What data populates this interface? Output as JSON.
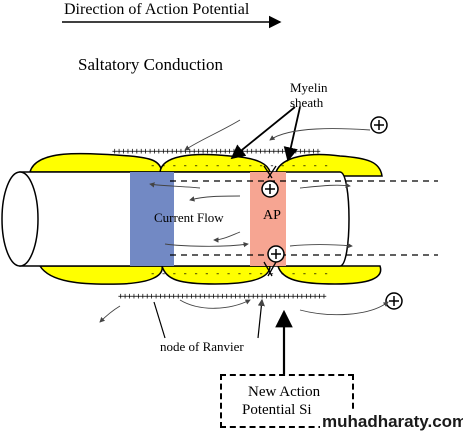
{
  "labels": {
    "direction": "Direction of Action Potential",
    "title": "Saltatory Conduction",
    "myelin_line1": "Myelin",
    "myelin_line2": "sheath",
    "current_flow": "Current Flow",
    "ap": "AP",
    "node": "node of Ranvier",
    "new_line1": "New Action",
    "new_line2": "Potential Si",
    "watermark": "muhadharaty.com"
  },
  "colors": {
    "myelin": "#ffff00",
    "current_band": "#7289c4",
    "ap_band": "#f6a592"
  },
  "charges": {
    "plus_symbol": "+",
    "minus_symbol": "-"
  }
}
